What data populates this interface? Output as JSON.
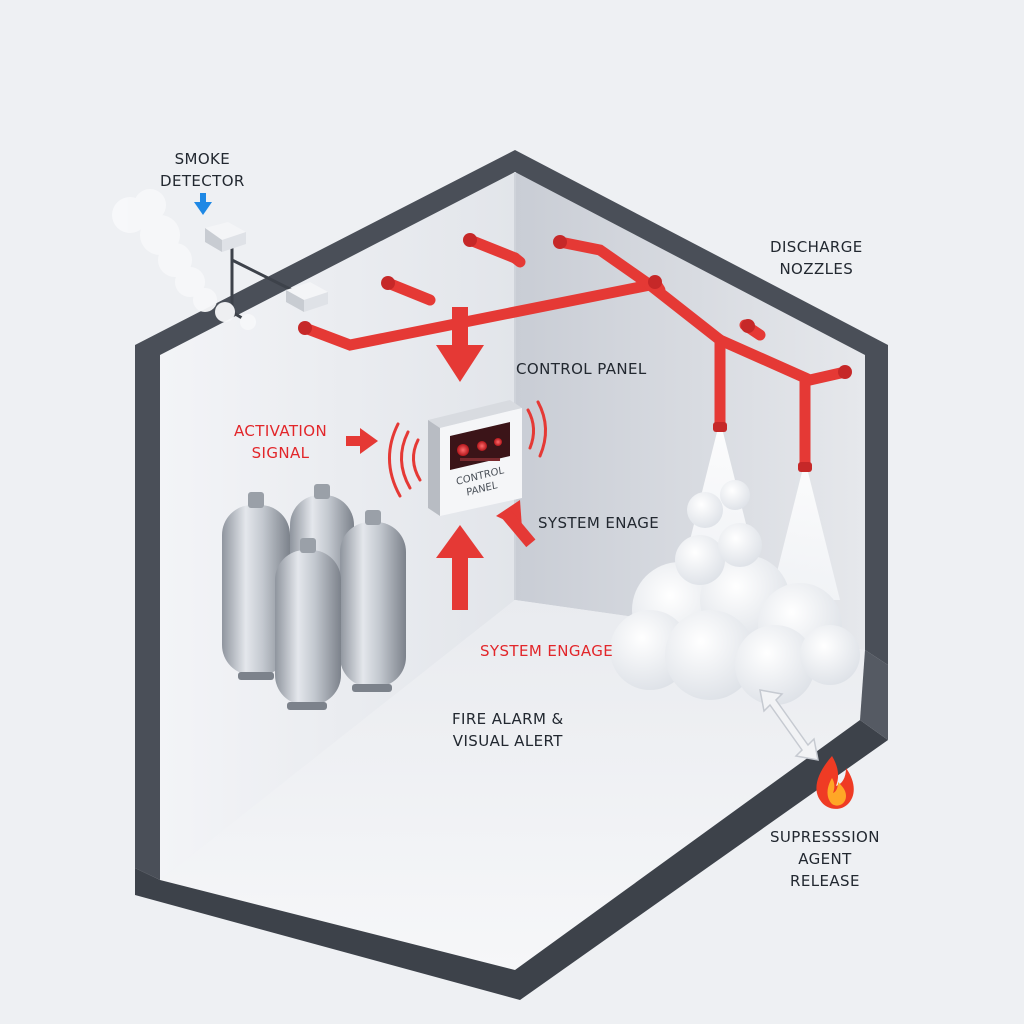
{
  "labels": {
    "smoke_detector": [
      "Smoke",
      "Detector"
    ],
    "discharge_nozzles": [
      "Discharge",
      "Nozzles"
    ],
    "control_panel": "Control Panel",
    "control_panel_device": [
      "Control",
      "Panel"
    ],
    "activation_signal": [
      "Activation",
      "Signal"
    ],
    "system_engage_right": "System Enage",
    "system_engage_center": "System Engage",
    "fire_alarm": [
      "Fire Alarm &",
      "Visual Alert"
    ],
    "suppression_release": [
      "Supresssion",
      "Agent",
      "Release"
    ]
  },
  "colors": {
    "accent_red": "#e2262a",
    "detector_arrow_blue": "#1e88e5",
    "text_dark": "#222830",
    "wall_frame": "#4a4f58",
    "pipe_red": "#e53935"
  },
  "icons": {
    "fire": "fire-icon",
    "detector_arrow": "arrow-down-icon",
    "cylinders": "gas-cylinder-icon"
  }
}
